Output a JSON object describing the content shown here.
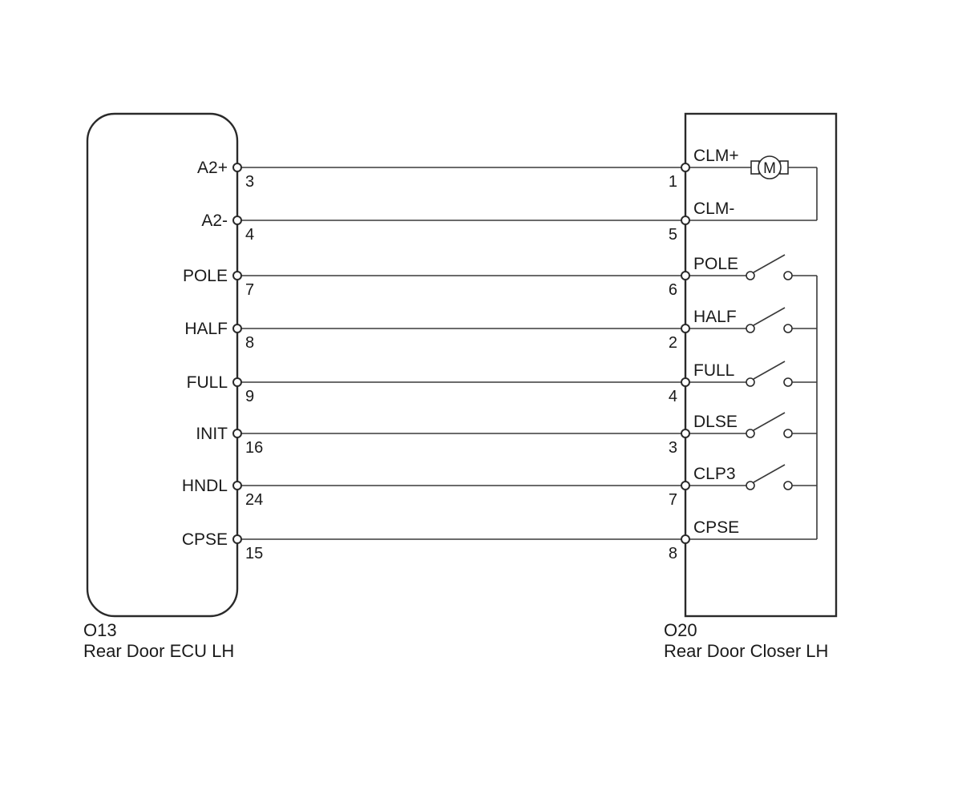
{
  "ecu": {
    "connector": "O13",
    "name": "Rear Door ECU LH"
  },
  "closer": {
    "connector": "O20",
    "name": "Rear Door Closer LH",
    "motor_symbol": "M"
  },
  "wires": [
    {
      "ecu_terminal": "A2+",
      "ecu_pin": "3",
      "closer_pin": "1",
      "closer_terminal": "CLM+",
      "element": "motor"
    },
    {
      "ecu_terminal": "A2-",
      "ecu_pin": "4",
      "closer_pin": "5",
      "closer_terminal": "CLM-",
      "element": "motor-return"
    },
    {
      "ecu_terminal": "POLE",
      "ecu_pin": "7",
      "closer_pin": "6",
      "closer_terminal": "POLE",
      "element": "switch"
    },
    {
      "ecu_terminal": "HALF",
      "ecu_pin": "8",
      "closer_pin": "2",
      "closer_terminal": "HALF",
      "element": "switch"
    },
    {
      "ecu_terminal": "FULL",
      "ecu_pin": "9",
      "closer_pin": "4",
      "closer_terminal": "FULL",
      "element": "switch"
    },
    {
      "ecu_terminal": "INIT",
      "ecu_pin": "16",
      "closer_pin": "3",
      "closer_terminal": "DLSE",
      "element": "switch"
    },
    {
      "ecu_terminal": "HNDL",
      "ecu_pin": "24",
      "closer_pin": "7",
      "closer_terminal": "CLP3",
      "element": "switch"
    },
    {
      "ecu_terminal": "CPSE",
      "ecu_pin": "15",
      "closer_pin": "8",
      "closer_terminal": "CPSE",
      "element": "common"
    }
  ]
}
